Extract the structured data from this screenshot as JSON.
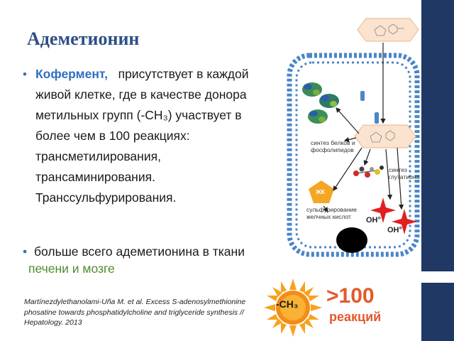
{
  "slide": {
    "title": "Адеметионин",
    "bullet1": {
      "keyword": "Кофермент,",
      "line1_rest": "   присутствует в каждой",
      "line2": "живой клетке, где в качестве донора",
      "line3": "метильных групп (-CH₃) участвует в",
      "line4": "более чем в 100 реакциях:",
      "line5": "трансметилирования,",
      "line6": "трансаминирования.",
      "line7": "Транссульфурирования."
    },
    "bullet2": {
      "line1": "больше всего адеметионина в ткани",
      "line2": "печени и мозге"
    },
    "citation": "Martínezdylethanolami-Uña M. et al. Excess S-adenosylmethionine phosatine towards phosphatidylcholine and triglyceride synthesis // Hepatology. 2013"
  },
  "diagram": {
    "label_synthesis": "синтез белков и фосфолипидов",
    "label_glutathione": "синтез глутатиона",
    "label_zhk": "ЖК",
    "label_sulfur": "сульфурирование желчных кислот",
    "label_oh1": "OH°",
    "label_oh2": "OH°"
  },
  "badge": {
    "sun_text": "-CH₃",
    "count": ">100",
    "count_label": "реакций"
  },
  "colors": {
    "title": "#2e4f86",
    "keyword": "#2e6fc2",
    "green_text": "#4f8c2e",
    "sidebar": "#1f3864",
    "accent_orange": "#e25a2d",
    "membrane": "#4a86c8",
    "star_red": "#e02020"
  }
}
